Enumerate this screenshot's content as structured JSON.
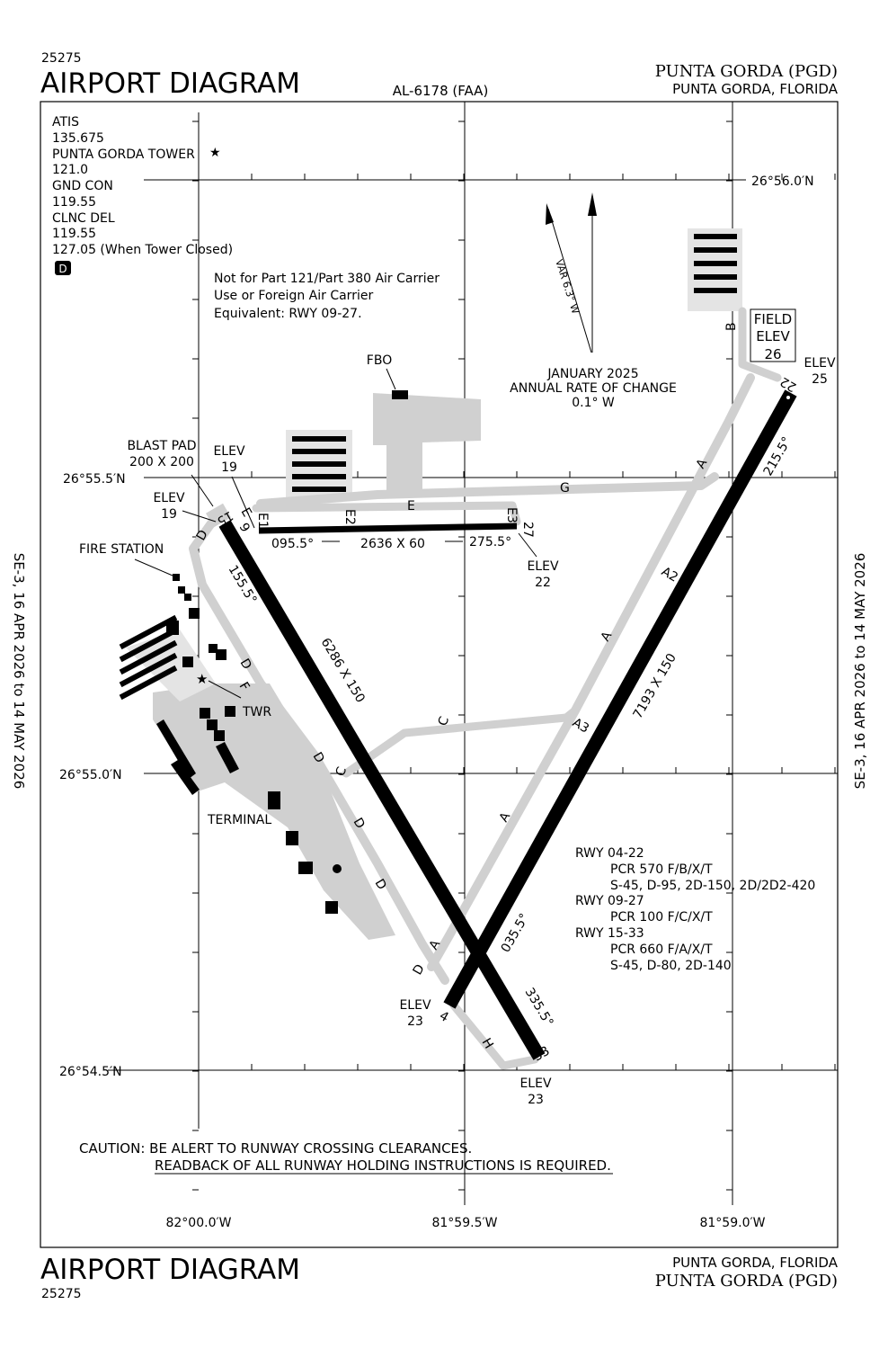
{
  "header": {
    "chart_number": "25275",
    "title": "AIRPORT DIAGRAM",
    "procedure_id": "AL-6178 (FAA)",
    "airport_name": "PUNTA GORDA (PGD)",
    "location": "PUNTA GORDA, FLORIDA"
  },
  "footer": {
    "chart_number": "25275",
    "title": "AIRPORT DIAGRAM",
    "airport_name": "PUNTA GORDA (PGD)",
    "location": "PUNTA GORDA, FLORIDA"
  },
  "side_labels": {
    "left": "SE-3,  16 APR 2026  to  14 MAY 2026",
    "right": "SE-3,  16 APR 2026  to  14 MAY 2026"
  },
  "frequencies": [
    {
      "name": "ATIS",
      "freq": "135.675"
    },
    {
      "name": "PUNTA GORDA TOWER",
      "freq": "121.0"
    },
    {
      "name": "GND CON",
      "freq": "119.55"
    },
    {
      "name": "CLNC DEL",
      "freq": "119.55"
    }
  ],
  "freq_extra": "127.05 (When Tower Closed)",
  "tower_star": "★",
  "d_symbol": "D",
  "notice": [
    "Not for Part 121/Part 380 Air Carrier",
    "Use or Foreign Air Carrier",
    "Equivalent: RWY 09-27."
  ],
  "magvar": {
    "label": "VAR 6.3° W",
    "line1": "JANUARY 2025",
    "line2": "ANNUAL RATE OF CHANGE",
    "line3": "0.1° W"
  },
  "field_elev": {
    "line1": "FIELD",
    "line2": "ELEV",
    "value": "26"
  },
  "latitudes": [
    "26°56.0′N",
    "26°55.5′N",
    "26°55.0′N",
    "26°54.5′N"
  ],
  "longitudes": [
    "82°00.0′W",
    "81°59.5′W",
    "81°59.0′W"
  ],
  "labels": {
    "fbo": "FBO",
    "blast_pad_1": "BLAST PAD",
    "blast_pad_2": "200 X 200",
    "fire_station": "FIRE STATION",
    "twr": "TWR",
    "terminal": "TERMINAL",
    "elev": "ELEV",
    "elev_15": "19",
    "elev_9": "19",
    "elev_27": "22",
    "elev_22": "25",
    "elev_4": "23",
    "elev_33": "23"
  },
  "runways": {
    "r9_27": {
      "dims": "2636 X 60",
      "hdg_9": "095.5°",
      "hdg_27": "275.5°",
      "end_9": "9",
      "end_27": "27"
    },
    "r15_33": {
      "dims": "6286 X 150",
      "hdg_15": "155.5°",
      "hdg_33": "335.5°",
      "end_15": "15",
      "end_33": "33"
    },
    "r4_22": {
      "dims": "7193 X 150",
      "hdg_4": "035.5°",
      "hdg_22": "215.5°",
      "end_4": "4",
      "end_22": "22"
    }
  },
  "taxiways": {
    "G": "G",
    "E": "E",
    "E1": "E1",
    "E2": "E2",
    "E3": "E3",
    "A": "A",
    "A2": "A2",
    "A3": "A3",
    "C": "C",
    "D": "D",
    "F": "F",
    "H": "H",
    "B": "B"
  },
  "pcr": [
    {
      "rwy": "RWY 04-22",
      "lines": [
        "PCR 570 F/B/X/T",
        "S-45, D-95, 2D-150, 2D/2D2-420"
      ]
    },
    {
      "rwy": "RWY 09-27",
      "lines": [
        "PCR 100 F/C/X/T"
      ]
    },
    {
      "rwy": "RWY 15-33",
      "lines": [
        "PCR 660 F/A/X/T",
        "S-45, D-80, 2D-140"
      ]
    }
  ],
  "caution": {
    "line1": "CAUTION: BE ALERT TO RUNWAY CROSSING CLEARANCES.",
    "line2": "READBACK OF ALL RUNWAY HOLDING INSTRUCTIONS IS REQUIRED."
  }
}
